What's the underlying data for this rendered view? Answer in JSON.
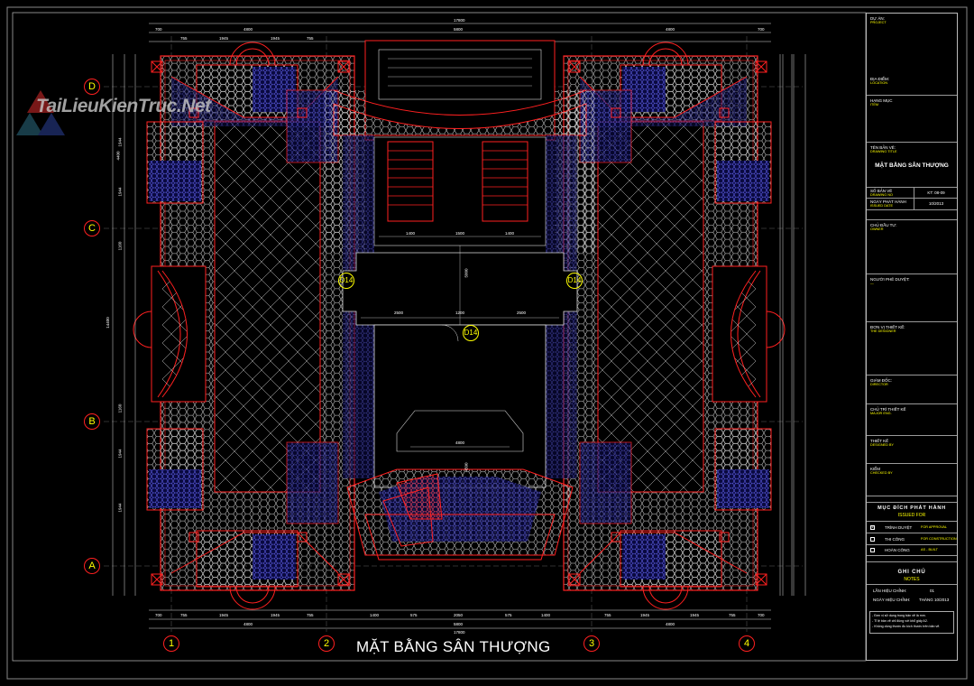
{
  "watermark": "TaiLieuKienTruc.Net",
  "drawing": {
    "title": "MẶT BẰNG SÂN THƯỢNG",
    "grid_columns": [
      "1",
      "2",
      "3",
      "4"
    ],
    "grid_rows": [
      "D",
      "C",
      "B",
      "A"
    ],
    "door_tags": [
      "D14",
      "D14",
      "D14"
    ],
    "dims_top": [
      "17800",
      "4800",
      "5800",
      "4800",
      "700",
      "755",
      "1945",
      "1945",
      "755",
      "700"
    ],
    "dims_bottom": [
      "700",
      "755",
      "1945",
      "1945",
      "755",
      "1400",
      "575",
      "2050",
      "575",
      "1400",
      "755",
      "1945",
      "1945",
      "755",
      "700",
      "4800",
      "5800",
      "4800",
      "17800"
    ],
    "dims_left": [
      "14400",
      "4400",
      "1944",
      "1944",
      "1160",
      "1160",
      "1944",
      "1944"
    ],
    "dims_hall": [
      "1400",
      "1500",
      "1400",
      "2500",
      "1200",
      "2500",
      "5000",
      "4800",
      "4500"
    ]
  },
  "title_block": {
    "project": {
      "label": "DỰ ÁN:",
      "sub": "PROJECT"
    },
    "location": {
      "label": "ĐỊA ĐIỂM:",
      "sub": "LOCATION"
    },
    "item": {
      "label": "HẠNG MỤC",
      "sub": "ITEM"
    },
    "drawing_title": {
      "label": "TÊN BẢN VẼ:",
      "sub": "DRAWING TITLE",
      "value": "MẶT BẰNG SÂN THƯỢNG"
    },
    "drawing_no": {
      "label": "SỐ BẢN VẼ",
      "sub": "DRAWING NO",
      "value": "KT: 08-09"
    },
    "issued_date": {
      "label": "NGÀY PHÁT HÀNH",
      "sub": "ISSUED DATE",
      "value": "10/2013"
    },
    "owner": {
      "label": "CHỦ ĐẦU TƯ:",
      "sub": "OWNER"
    },
    "approver": {
      "label": "NGƯỜI PHÊ DUYỆT:",
      "sub": "—"
    },
    "designer_unit": {
      "label": "ĐƠN VỊ THIẾT KẾ:",
      "sub": "THE DESIGNER"
    },
    "director": {
      "label": "GIÁM ĐỐC:",
      "sub": "DIRECTOR"
    },
    "major_eng": {
      "label": "CHỦ TRÌ THIẾT KẾ",
      "sub": "MAJOR ENG."
    },
    "designed_by": {
      "label": "THIẾT KẾ",
      "sub": "DESIGNED BY"
    },
    "checked_by": {
      "label": "KIỂM",
      "sub": "CHECKED BY"
    },
    "issued_for": {
      "title": "MỤC ĐÍCH PHÁT HÀNH",
      "sub": "ISSUED FOR",
      "options": [
        {
          "vn": "TRÌNH DUYỆT",
          "en": "FOR APPROVAL",
          "checked": true
        },
        {
          "vn": "THI CÔNG",
          "en": "FOR CONSTRUCTION",
          "checked": false
        },
        {
          "vn": "HOÀN CÔNG",
          "en": "AS - BUILT",
          "checked": false
        }
      ]
    },
    "notes": {
      "title": "GHI CHÚ",
      "sub": "NOTES",
      "revision_label": "LẦN HIỆU CHỈNH:",
      "revision": "01",
      "revision_date_label": "NGÀY HIỆU CHỈNH:",
      "revision_date": "THÁNG 10/2013",
      "lines": [
        "- Đơn vị sử dụng trong bản vẽ là mm.",
        "- Tỉ lệ bản vẽ chỉ đúng với khổ giấy A2.",
        "- Không dùng thước đo kích thước trên bản vẽ."
      ]
    },
    "colors": {
      "red": "#ff2020",
      "blue": "#3a3aff",
      "yellow": "#ffff00",
      "line": "#e0e0e0"
    }
  }
}
